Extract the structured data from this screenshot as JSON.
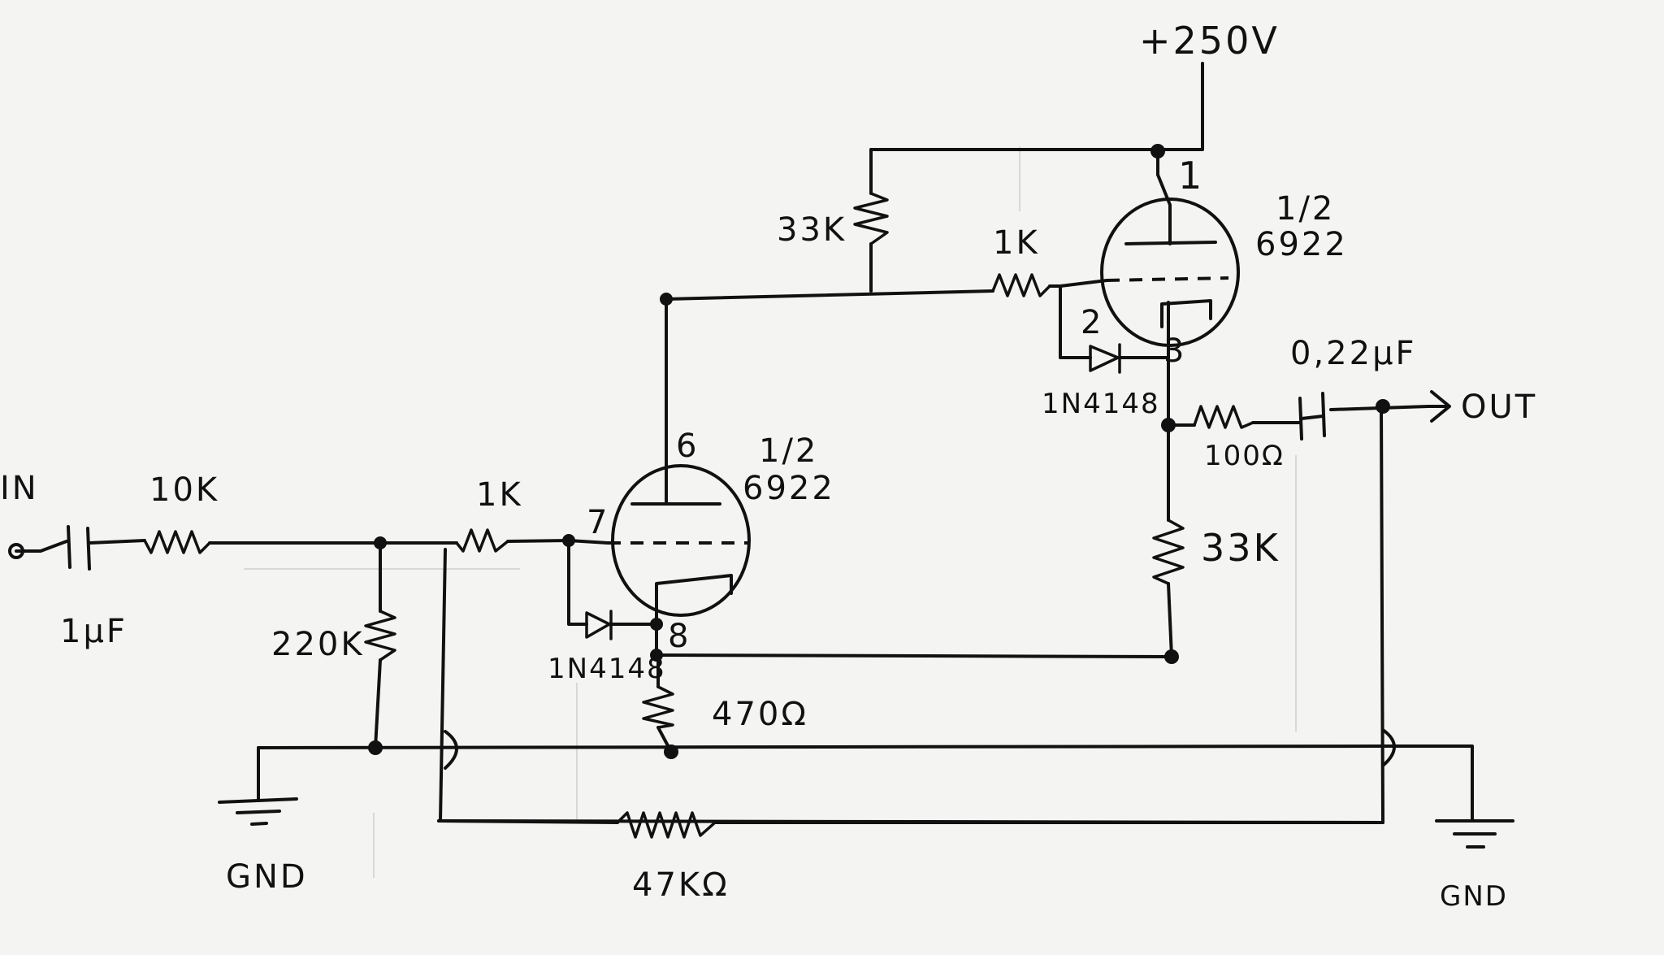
{
  "supply": "+250V",
  "input": {
    "label": "IN",
    "cap": "1µF",
    "res": "10K"
  },
  "stage1": {
    "tube_fraction": "1/2",
    "tube_type": "6922",
    "grid_res": "1K",
    "grid_leak": "220K",
    "pin_plate": "6",
    "pin_grid": "7",
    "pin_cathode": "8",
    "diode": "1N4148",
    "cathode_res": "470Ω"
  },
  "stage2": {
    "tube_fraction": "1/2",
    "tube_type": "6922",
    "grid_res": "1K",
    "plate_res": "33K",
    "pin_plate": "1",
    "pin_grid": "2",
    "pin_cathode": "3",
    "diode": "1N4148",
    "cathode_res": "33K"
  },
  "output": {
    "series_res": "100Ω",
    "cap": "0,22µF",
    "label": "OUT"
  },
  "feedback_res": "47KΩ",
  "ground_left": "GND",
  "ground_right": "GND"
}
